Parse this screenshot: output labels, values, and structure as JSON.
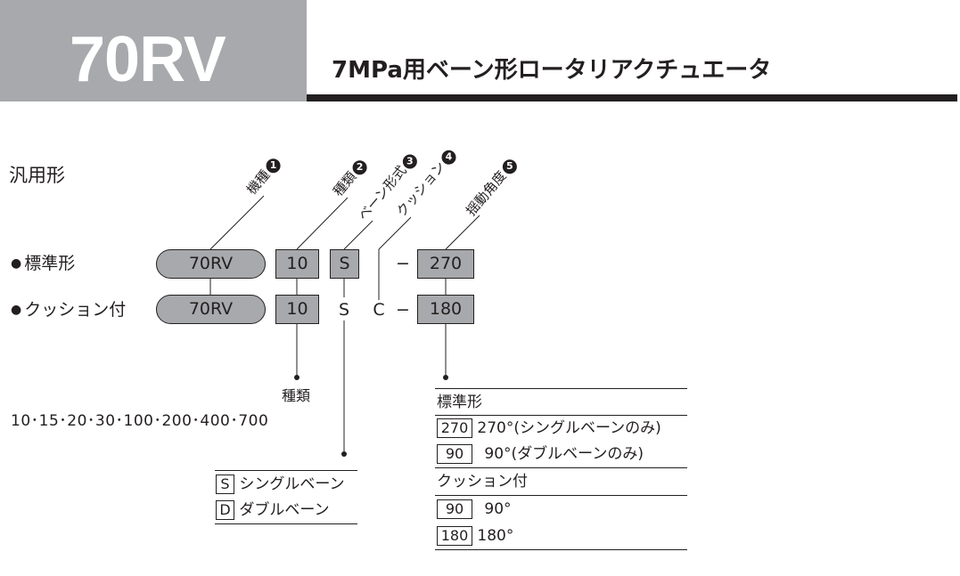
{
  "header": {
    "model": "70RV",
    "subtitle": "7MPa用ベーン形ロータリアクチュエータ"
  },
  "section_title": "汎用形",
  "callouts": [
    {
      "label": "機種",
      "num": "1"
    },
    {
      "label": "種類",
      "num": "2"
    },
    {
      "label": "ベーン形式",
      "num": "3"
    },
    {
      "label": "クッション",
      "num": "4"
    },
    {
      "label": "揺動角度",
      "num": "5"
    }
  ],
  "rows": {
    "standard": {
      "bullet": "●",
      "label": "標準形",
      "model": "70RV",
      "size": "10",
      "vane": "S",
      "dash": "−",
      "angle": "270"
    },
    "cushion": {
      "bullet": "●",
      "label": "クッション付",
      "model": "70RV",
      "size": "10",
      "vane": "S",
      "cushion": "C",
      "dash": "−",
      "angle": "180"
    }
  },
  "sizes": {
    "title": "種類",
    "values": "10･15･20･30･100･200･400･700"
  },
  "vane_types": [
    {
      "code": "S",
      "desc": "シングルベーン"
    },
    {
      "code": "D",
      "desc": "ダブルベーン"
    }
  ],
  "angles": {
    "standard_title": "標準形",
    "standard": [
      {
        "code": "270",
        "desc": "270°(シングルベーンのみ)"
      },
      {
        "code": "90",
        "desc": "90°(ダブルベーンのみ)"
      }
    ],
    "cushion_title": "クッション付",
    "cushion": [
      {
        "code": "90",
        "desc": "90°"
      },
      {
        "code": "180",
        "desc": "180°"
      }
    ]
  }
}
